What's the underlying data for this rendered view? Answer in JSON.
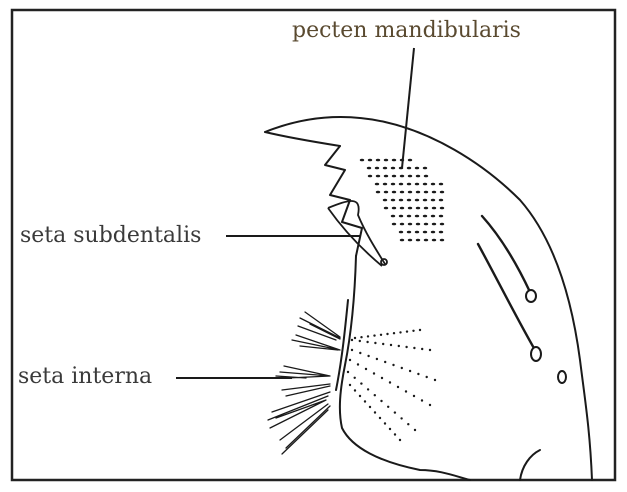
{
  "labels": {
    "pecten": "pecten mandibularis",
    "subdentalis": "seta subdentalis",
    "interna": "seta interna"
  },
  "colors": {
    "frame": "#222222",
    "ink": "#1a1a1a",
    "label_pecten": "#5a4a30",
    "label_other": "#3a3a3a"
  }
}
